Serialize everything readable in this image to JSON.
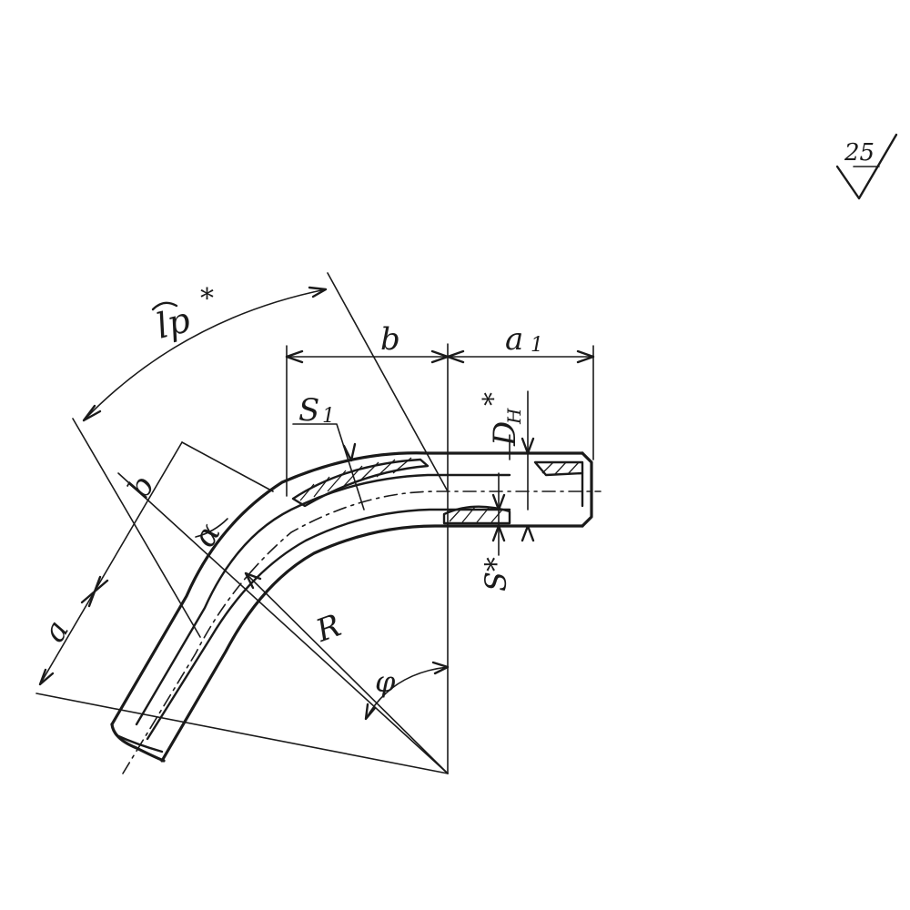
{
  "drawing": {
    "roughness_mark": "25",
    "labels": {
      "arc_length": "lp",
      "arc_star": "*",
      "b_top": "b",
      "a1": "a",
      "a1_sub": "1",
      "s1": "S",
      "s1_sub": "1",
      "dh": "D",
      "dh_sub": "H",
      "dh_star": "*",
      "s_star": "S*",
      "b_left": "b",
      "alpha": "α",
      "a_left": "a",
      "radius": "R",
      "phi": "φ"
    }
  }
}
